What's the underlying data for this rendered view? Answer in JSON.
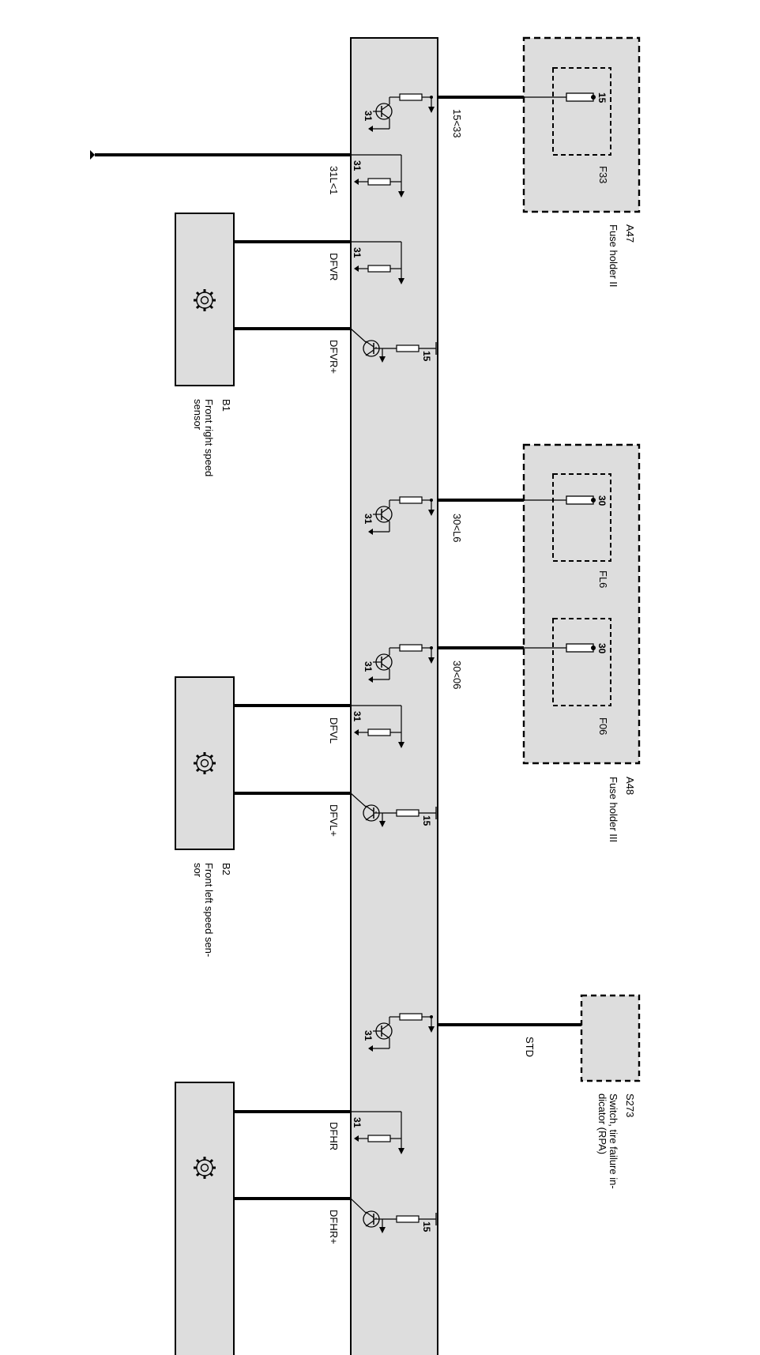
{
  "colors": {
    "module_fill": "#dddddd",
    "line": "#000000"
  },
  "control_module": {
    "icon": "transistor-and-resistor-symbols"
  },
  "fuse_holders": [
    {
      "id": "A47",
      "name": "Fuse holder II",
      "fuses": [
        {
          "id": "F33",
          "pin": "15"
        }
      ]
    },
    {
      "id": "A48",
      "name": "Fuse holder III",
      "fuses": [
        {
          "id": "FL6",
          "pin": "30"
        },
        {
          "id": "F06",
          "pin": "30"
        }
      ]
    }
  ],
  "switch": {
    "id": "S273",
    "name": "Switch, tire failure in-",
    "name_line2": "dicator (RPA)"
  },
  "sensors": [
    {
      "id": "B1",
      "name": "Front right speed",
      "name_line2": "sensor",
      "icon": "gear-icon"
    },
    {
      "id": "B2",
      "name": "Front left speed sen-",
      "name_line2": "sor",
      "icon": "gear-icon"
    },
    {
      "id": "",
      "name": "",
      "name_line2": "",
      "icon": "gear-icon"
    }
  ],
  "wires": {
    "w1": "15<33",
    "w2": "31L<1",
    "w3": "DFVR",
    "w4": "DFVR+",
    "w5": "30<L6",
    "w6": "30<06",
    "w7": "DFVL",
    "w8": "DFVL+",
    "w9": "STD",
    "w10": "DFHR",
    "w11": "DFHR+"
  },
  "pin_labels": {
    "ground": "31",
    "supply": "15"
  }
}
